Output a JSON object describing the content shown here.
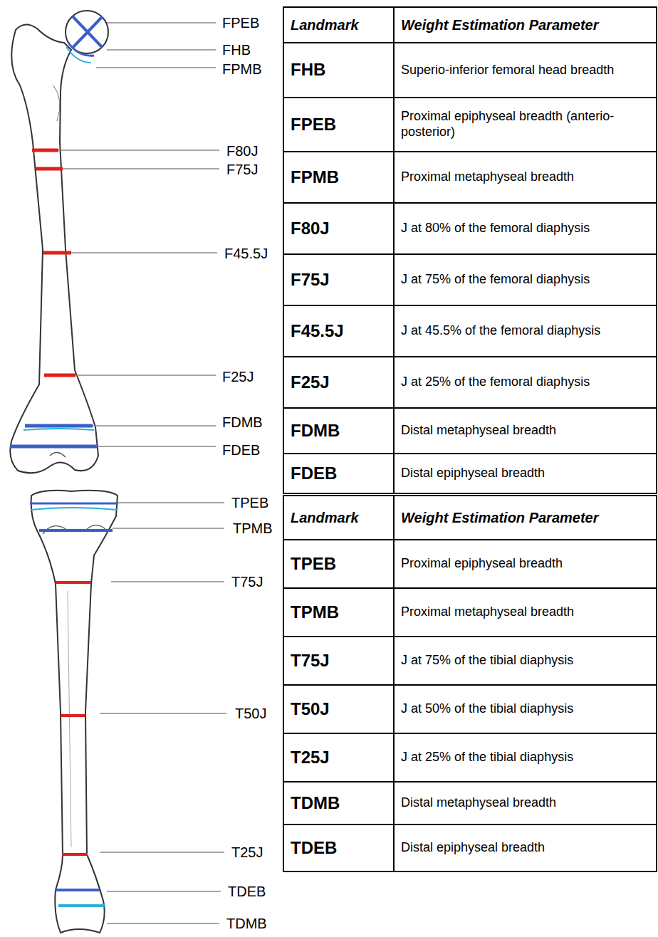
{
  "diagram": {
    "labels": [
      "FPEB",
      "FHB",
      "FPMB",
      "F80J",
      "F75J",
      "F45.5J",
      "F25J",
      "FDMB",
      "FDEB",
      "Landmark",
      "Weight Estimation Parameter",
      "FHB",
      "Superio-inferior femoral head breadth",
      "FPEB",
      "Proximal epiphyseal breadth (anterio-posterior)",
      "FPMB",
      "Proximal metaphyseal breadth",
      "F80J",
      "J at 80% of the femoral diaphysis",
      "F75J",
      "J at 75% of the femoral diaphysis",
      "F45.5J",
      "J at 45.5% of the femoral diaphysis",
      "F25J",
      "J at 25% of the femoral diaphysis",
      "FDMB",
      "Distal metaphyseal breadth",
      "FDEB",
      "Distal epiphyseal breadth",
      "TPEB",
      "TPMB",
      "T75J",
      "T50J",
      "T25J",
      "TDEB",
      "TDMB",
      "Landmark",
      "Weight Estimation Parameter",
      "TPEB",
      "Proximal epiphyseal breadth",
      "TPMB",
      "Proximal metaphyseal breadth",
      "T75J",
      "J at 75% of the tibial diaphysis",
      "T50J",
      "J at 50% of the tibial diaphysis",
      "T25J",
      "J at 25% of the tibial diaphysis",
      "TDMB",
      "Distal metaphyseal breadth",
      "TDEB",
      "Distal epiphyseal breadth"
    ]
  }
}
